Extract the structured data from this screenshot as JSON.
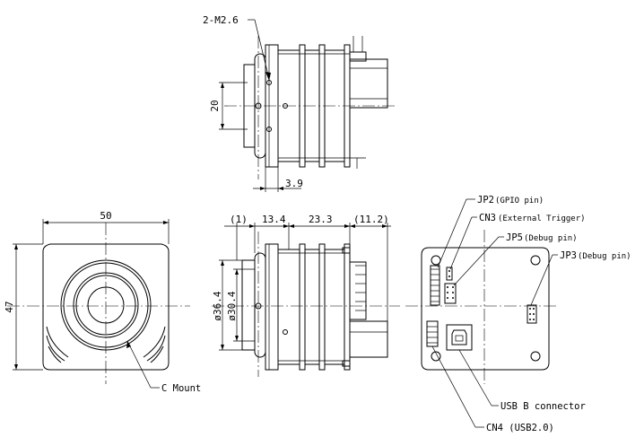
{
  "top_view": {
    "screw_label": "2-M2.6",
    "height_dim": "20",
    "depth_dim": "3.9"
  },
  "front_view": {
    "width_dim": "50",
    "height_dim": "47",
    "mount_label": "C Mount"
  },
  "side_view": {
    "dims_top": [
      "(1)",
      "13.4",
      "23.3",
      "(11.2)"
    ],
    "outer_diameter": "ø36.4",
    "inner_diameter": "ø30.4"
  },
  "rear_view": {
    "labels": {
      "jp2": "JP2",
      "jp2_note": "(GPIO pin)",
      "cn3": "CN3",
      "cn3_note": "(External Trigger)",
      "jp5": "JP5",
      "jp5_note": "(Debug pin)",
      "jp3": "JP3",
      "jp3_note": "(Debug pin)",
      "usb": "USB B connector",
      "cn4": "CN4 (USB2.0)"
    }
  }
}
